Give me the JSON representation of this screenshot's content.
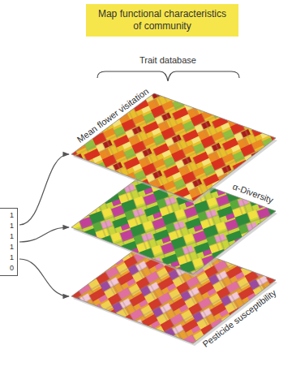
{
  "diagram": {
    "nodes": [
      {
        "text": [
          "Map functional characteristics of community"
        ]
      },
      {
        "text": [
          "1",
          "1",
          "1",
          "1",
          "1",
          "0"
        ]
      },
      {
        "text": [
          "Mean flower visitation"
        ]
      },
      {
        "text": [
          "α-Diversity"
        ]
      },
      {
        "text": [
          "Pesticide susceptibility"
        ]
      }
    ],
    "edges": [
      {
        "from": 1,
        "to": 2,
        "arrow": "to"
      },
      {
        "from": 1,
        "to": 3,
        "arrow": "to"
      },
      {
        "from": 1,
        "to": 4,
        "arrow": "to"
      }
    ],
    "labels": [
      "Trait database"
    ]
  }
}
